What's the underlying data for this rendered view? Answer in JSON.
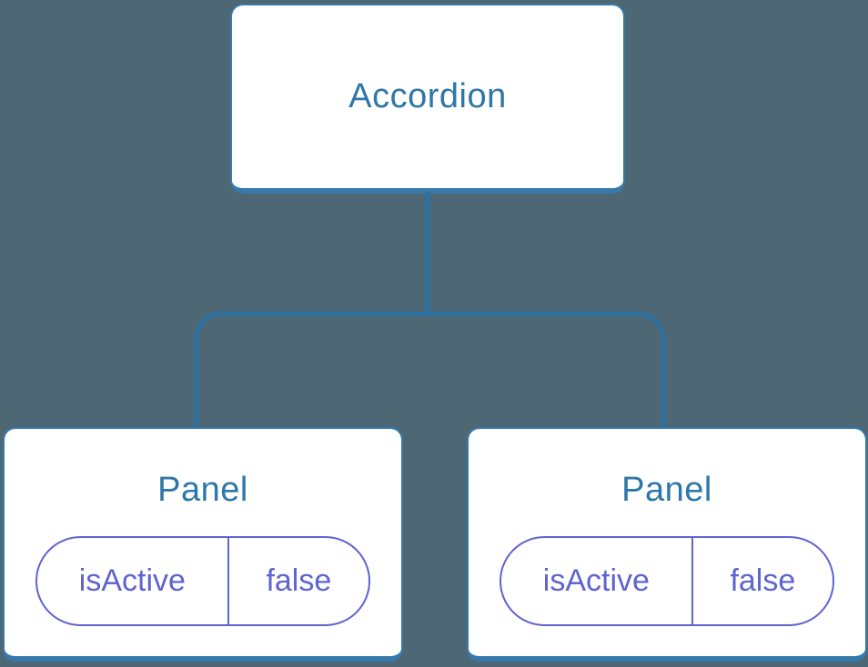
{
  "diagram": {
    "type": "component-tree",
    "colors": {
      "background": "#4D6874",
      "card_background": "#FFFFFF",
      "card_border": "#3779AC",
      "node_text": "#2F77A8",
      "connector": "#2E719F",
      "state_accent": "#5F64CF"
    },
    "tree": {
      "root": {
        "label": "Accordion"
      },
      "children": [
        {
          "label": "Panel",
          "state": {
            "key": "isActive",
            "value": "false"
          }
        },
        {
          "label": "Panel",
          "state": {
            "key": "isActive",
            "value": "false"
          }
        }
      ]
    }
  }
}
